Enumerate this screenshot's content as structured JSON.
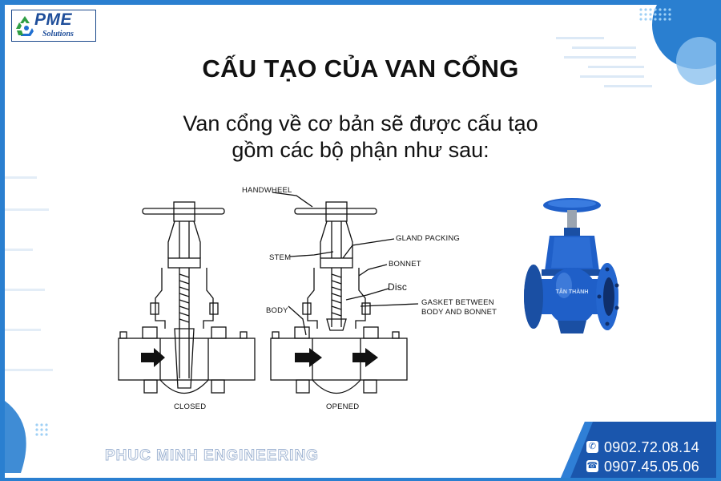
{
  "logo": {
    "brand": "PME",
    "subtitle": "Solutions"
  },
  "title": "CẤU TẠO CỦA VAN CỔNG",
  "subtitle": {
    "line1": "Van cổng về cơ bản sẽ được cấu tạo",
    "line2": "gồm các bộ phận như sau:"
  },
  "diagram": {
    "labels": {
      "handwheel": "HANDWHEEL",
      "gland_packing": "GLAND PACKING",
      "stem": "STEM",
      "bonnet": "BONNET",
      "disc": "Disc",
      "body": "BODY",
      "gasket_line1": "GASKET BETWEEN",
      "gasket_line2": "BODY AND BONNET",
      "closed": "CLOSED",
      "opened": "OPENED"
    }
  },
  "photo": {
    "stamp": "TÂN THÀNH"
  },
  "footer": {
    "brand": "PHUC MINH ENGINEERING",
    "phone1": "0902.72.08.14",
    "phone2": "0907.45.05.06"
  },
  "colors": {
    "accent": "#2a7fd0",
    "dark_blue": "#1a4fa3",
    "valve_blue": "#1f5fc8",
    "text": "#111111"
  },
  "icons": [
    "recycle-logo-icon",
    "chat-phone-icon",
    "phone-icon"
  ]
}
